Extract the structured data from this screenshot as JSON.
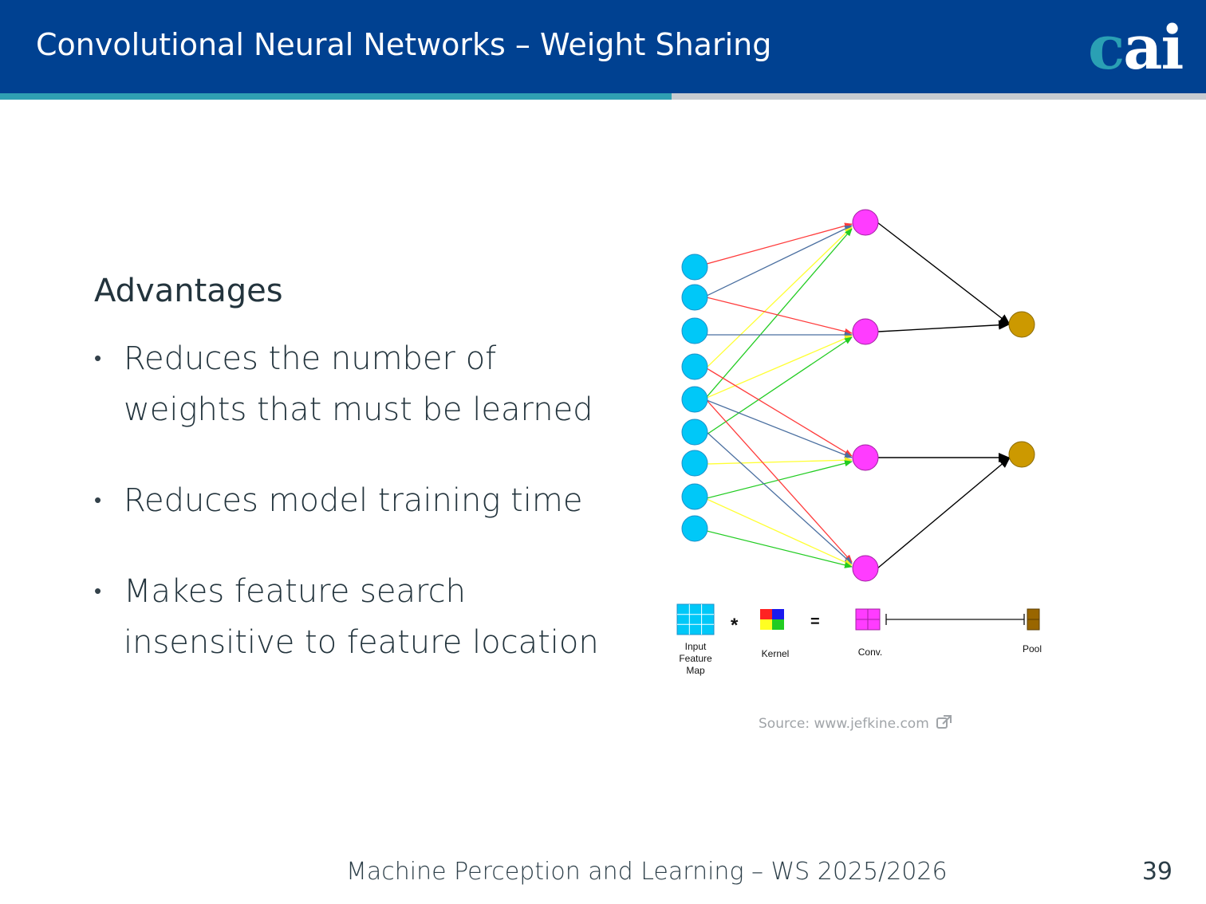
{
  "header": {
    "title": "Convolutional Neural Networks – Weight Sharing",
    "logo_c": "c",
    "logo_ai": "ai"
  },
  "content": {
    "heading": "Advantages",
    "bullet_symbol": "•",
    "bullets": [
      {
        "line1": "Reduces the number of",
        "line2": "weights that must be learned"
      },
      {
        "line1": "Reduces model training time",
        "line2": ""
      },
      {
        "line1": "Makes feature search",
        "line2": "insensitive to feature location"
      }
    ]
  },
  "diagram": {
    "legend": {
      "input_line1": "Input",
      "input_line2": "Feature",
      "input_line3": "Map",
      "multiply_symbol": "*",
      "equals_symbol": "=",
      "kernel": "Kernel",
      "conv": "Conv.",
      "pool": "Pool"
    },
    "colors": {
      "input_node": "#00c8f8",
      "conv_node": "#ff3cff",
      "pool_node": "#cc9900",
      "red": "#ff3b3b",
      "blue": "#4a6fa0",
      "yellow": "#ffff33",
      "green": "#22cc22"
    }
  },
  "source": {
    "label": "Source:",
    "link": "www.jefkine.com",
    "icon": "external-link-icon"
  },
  "footer": {
    "course": "Machine Perception and Learning – WS 2025/2026",
    "page": "39"
  }
}
